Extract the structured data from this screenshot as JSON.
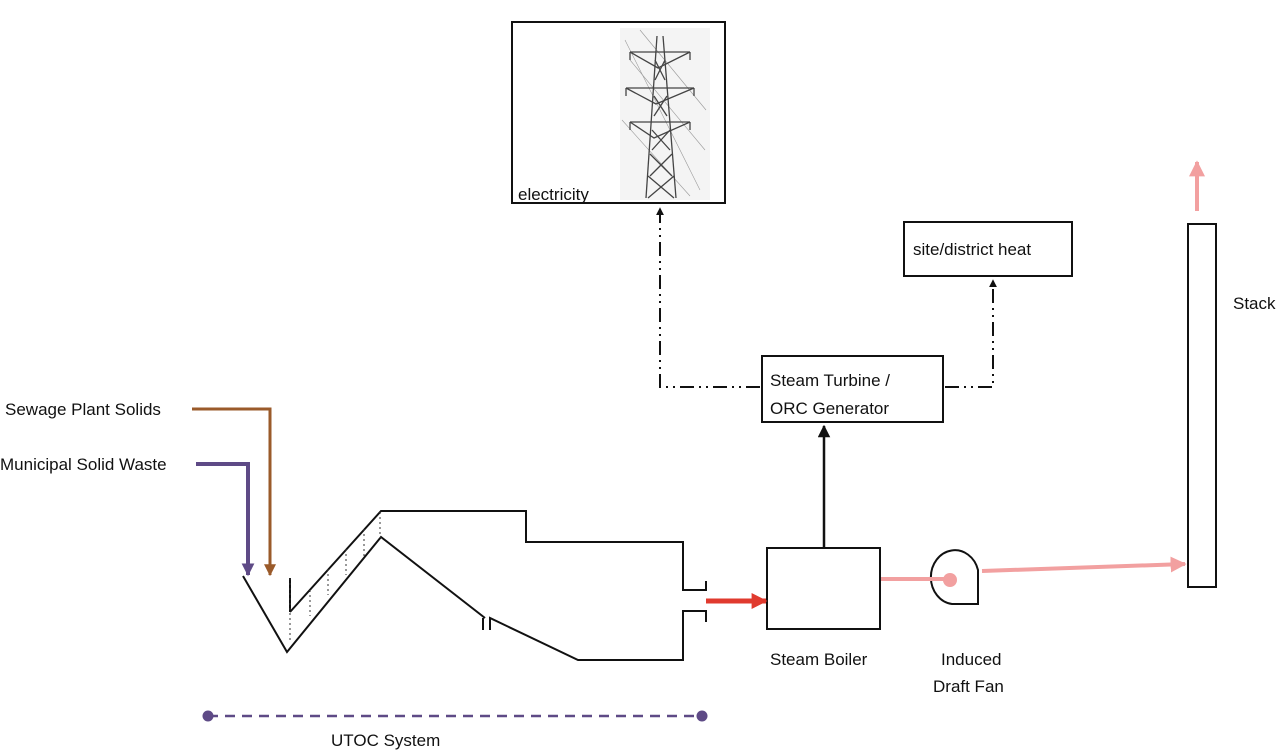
{
  "labels": {
    "electricity": "electricity",
    "district_heat": "site/district heat",
    "turbine_line1": "Steam Turbine /",
    "turbine_line2": "ORC Generator",
    "stack": "Stack",
    "sewage": "Sewage Plant Solids",
    "msw": "Municipal Solid Waste",
    "steam_boiler": "Steam Boiler",
    "fan_line1": "Induced",
    "fan_line2": "Draft Fan",
    "utoc": "UTOC System"
  },
  "colors": {
    "sewage_line": "#9a5a2a",
    "msw_line": "#5e4a86",
    "hot_gas_arrow": "#e03a2e",
    "flue_gas": "#f2a0a0",
    "utoc_marker": "#5e4a86",
    "outline": "#111111"
  },
  "icons": {
    "electricity_image": "transmission-tower-icon",
    "fan": "fan-icon"
  }
}
